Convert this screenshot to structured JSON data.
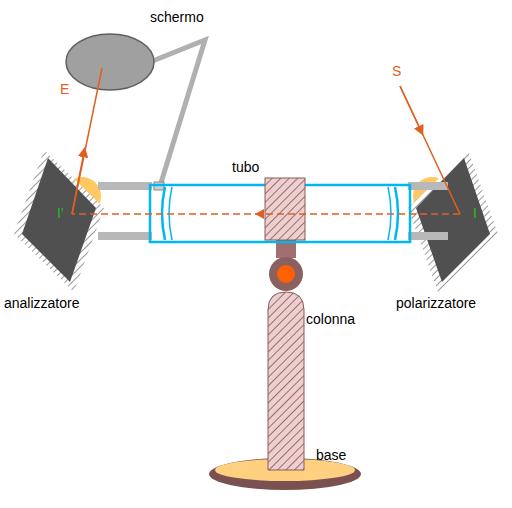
{
  "diagram": {
    "labels": [
      "schermo",
      "E",
      "tubo",
      "S",
      "I'",
      "I",
      "analizzatore",
      "polarizzatore",
      "colonna",
      "base"
    ]
  }
}
